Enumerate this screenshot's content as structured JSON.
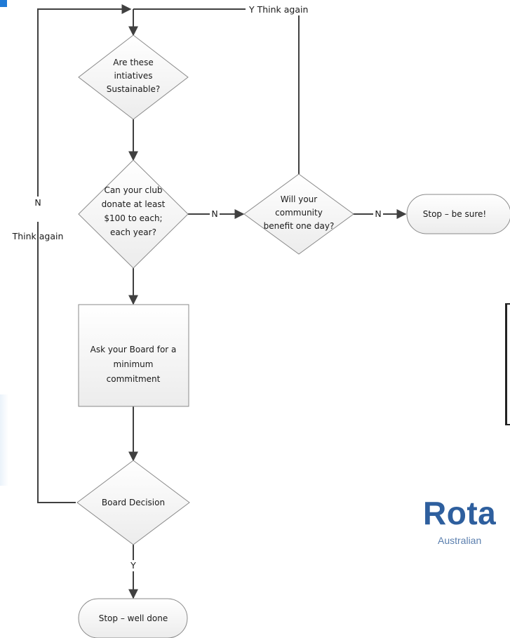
{
  "nodes": {
    "sustainable": {
      "lines": [
        "Are these",
        "intiatives",
        "Sustainable?"
      ]
    },
    "donate": {
      "lines": [
        "Can your club",
        "donate at least",
        "$100 to each;",
        "each year?"
      ]
    },
    "community": {
      "lines": [
        "Will your",
        "community",
        "benefit one day?"
      ]
    },
    "stop_sure": {
      "label": "Stop – be sure!"
    },
    "ask_board": {
      "lines": [
        "Ask your Board for a",
        "minimum",
        "commitment"
      ]
    },
    "board_decision": {
      "label": "Board Decision"
    },
    "stop_done": {
      "label": "Stop – well done"
    }
  },
  "edge_labels": {
    "top_yes": "Y Think again",
    "left_no": "N",
    "left_no_sub": "Think again",
    "donate_no": "N",
    "community_no": "N",
    "decision_yes": "Y"
  },
  "brand": {
    "name": "Rota",
    "subtitle": "Australian"
  }
}
